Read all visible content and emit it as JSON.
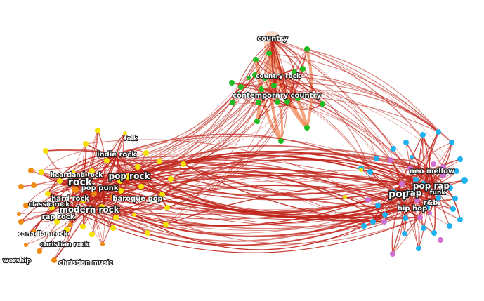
{
  "colors": {
    "rock": "#f5e100",
    "rock_alt": "#f08a12",
    "country": "#22bb22",
    "hiphop": "#1eb3f0",
    "hiphop_alt": "#d070d0",
    "edge": "#c0241a",
    "edge_country": "#f08a5a",
    "country_glow": "#f7c8a8"
  },
  "labels": {
    "country": "country",
    "country_rock": "country rock",
    "contemporary_country": "contemporary country",
    "folk": "folk",
    "indie_rock": "indie rock",
    "heartland_rock": "heartland rock",
    "rock": "rock",
    "pop_rock": "pop rock",
    "pop_punk": "pop punk",
    "hard_rock": "hard rock",
    "classic_rock": "classic rock",
    "baroque_pop": "baroque pop",
    "modern_rock": "modern rock",
    "rap_rock": "rap rock",
    "canadian_rock": "canadian rock",
    "christian_rock": "christian rock",
    "worship": "worship",
    "christian_music": "christian music",
    "neo_mellow": "neo mellow",
    "pop": "pop",
    "rap": "rap",
    "pop_rap": "pop rap",
    "funk": "funk",
    "r_and_b": "r&b",
    "hip_hop": "hip hop"
  }
}
